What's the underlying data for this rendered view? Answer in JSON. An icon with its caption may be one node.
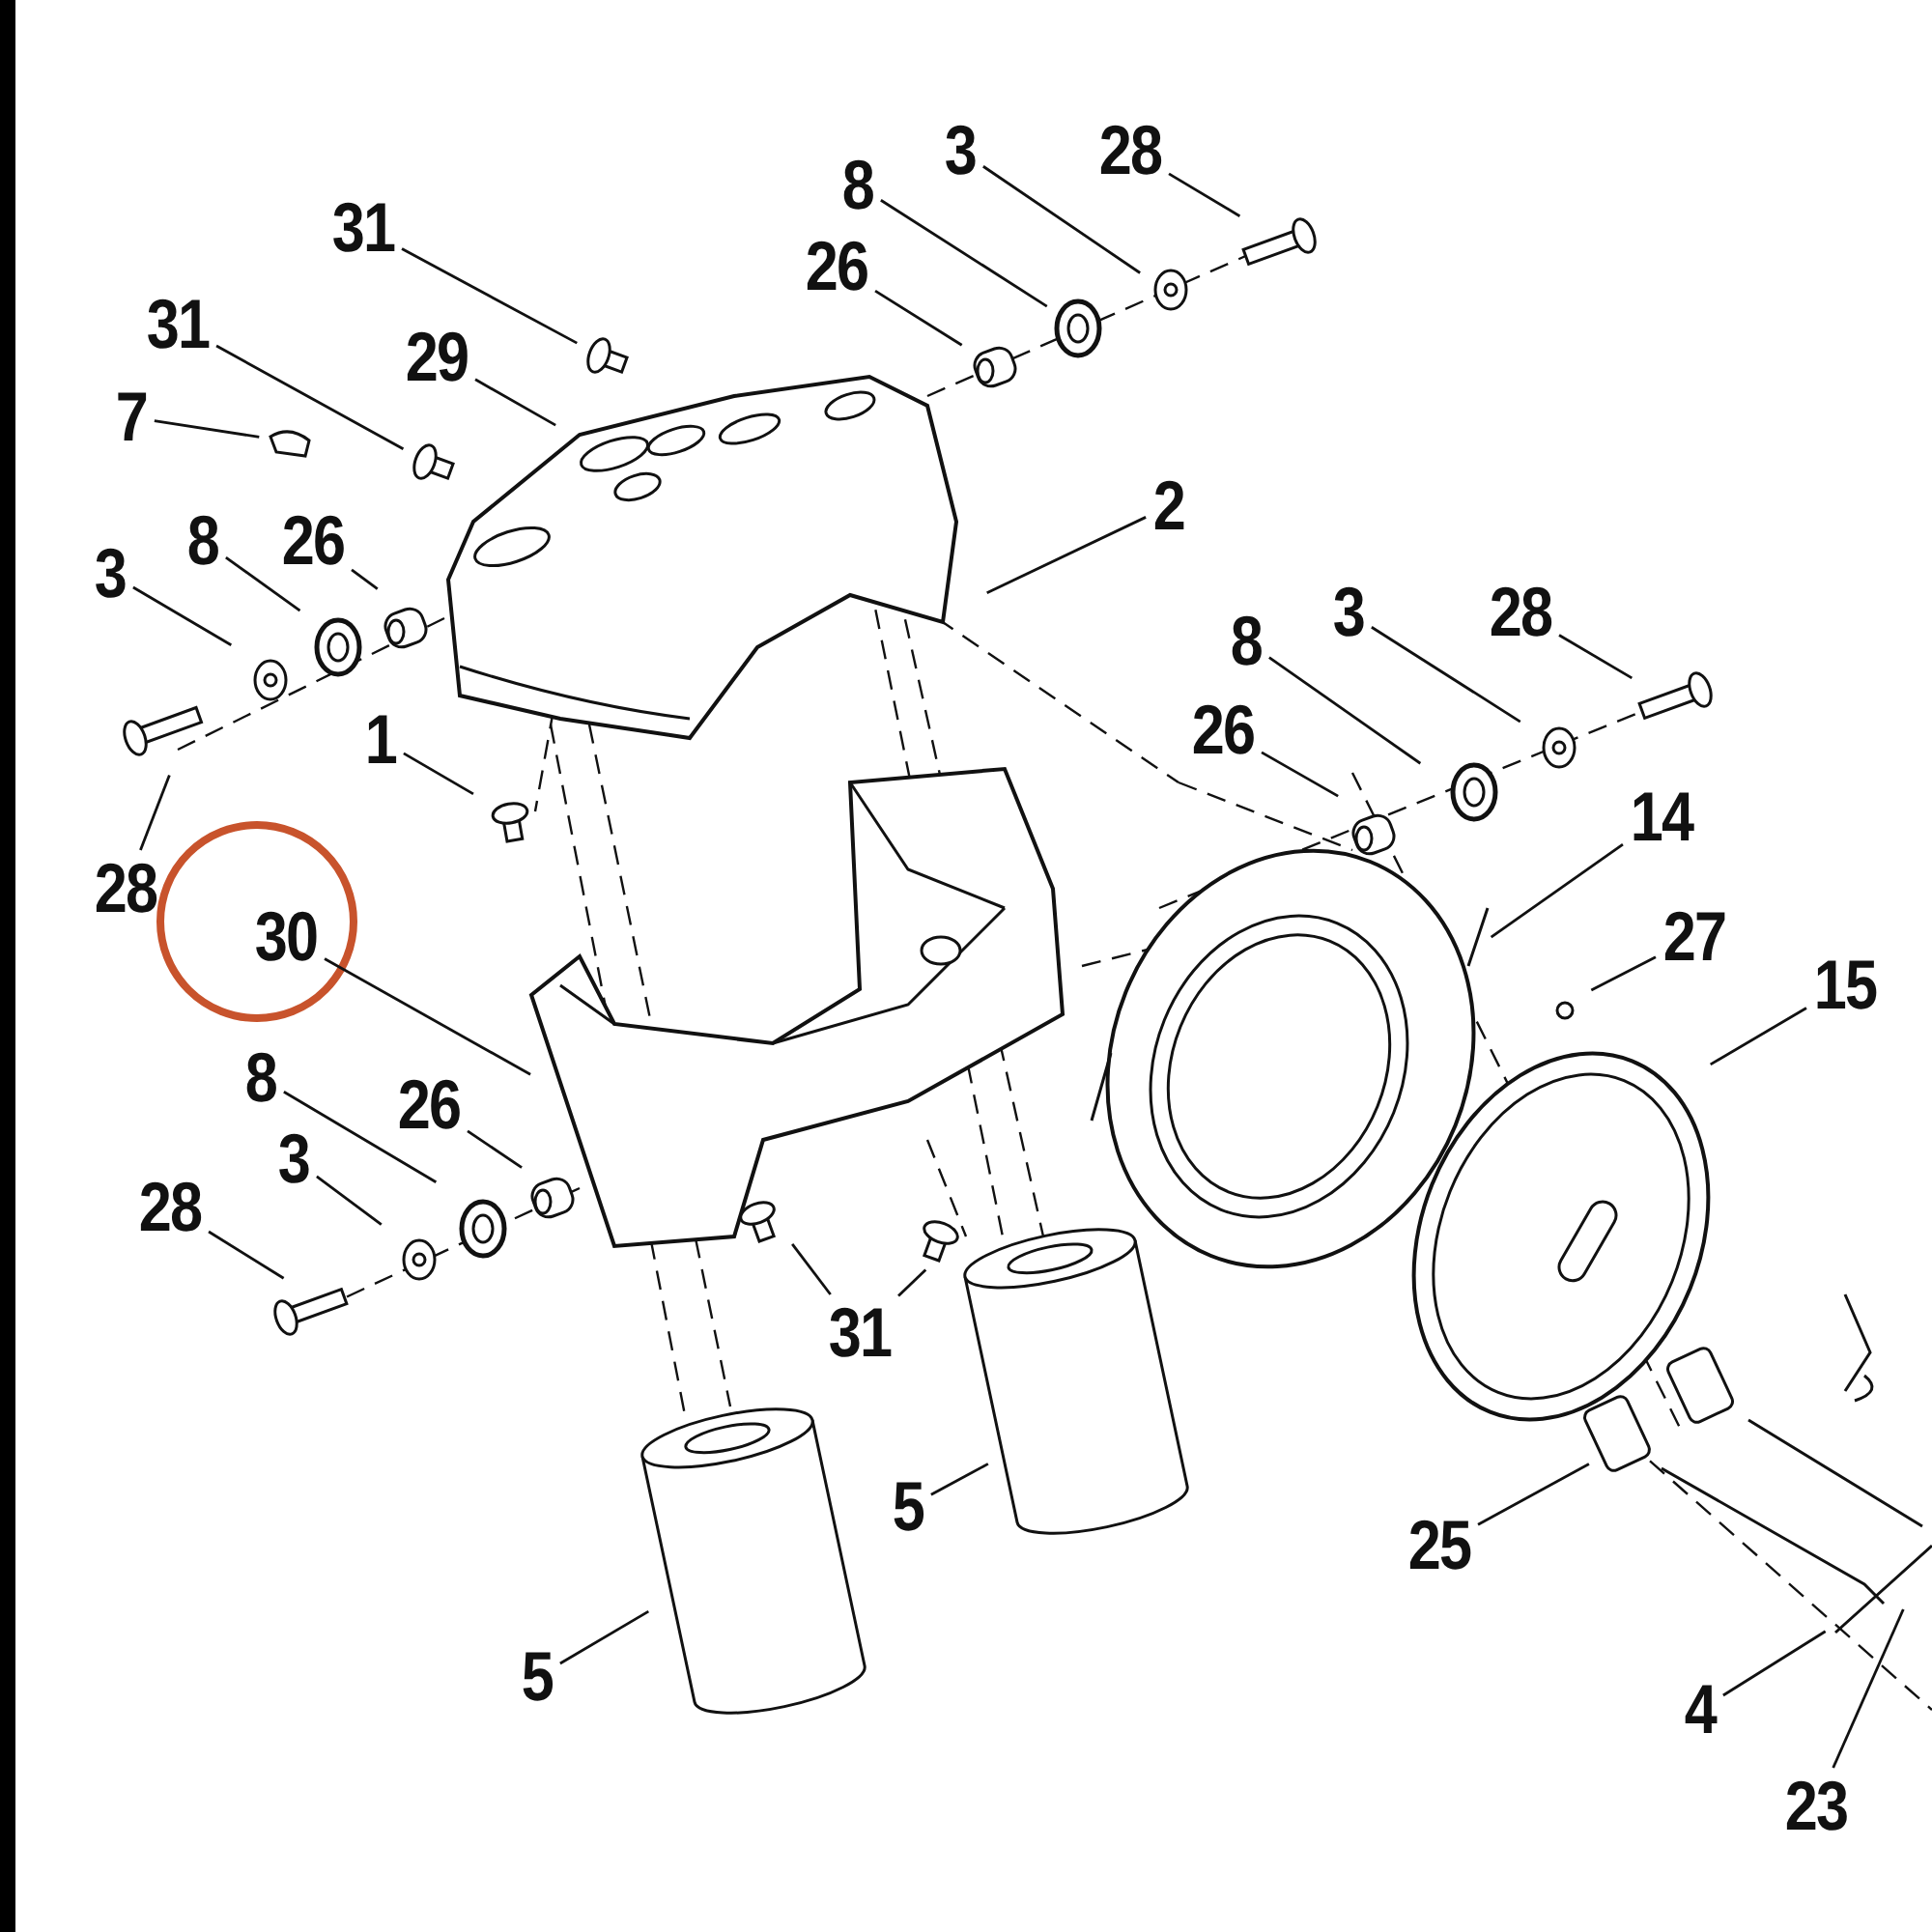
{
  "diagram": {
    "nodes": [
      {
        "text": [
          "31"
        ]
      },
      {
        "text": [
          "31"
        ]
      },
      {
        "text": [
          "29"
        ]
      },
      {
        "text": [
          "7"
        ]
      },
      {
        "text": [
          "8"
        ]
      },
      {
        "text": [
          "3"
        ]
      },
      {
        "text": [
          "28"
        ]
      },
      {
        "text": [
          "26"
        ]
      },
      {
        "text": [
          "3"
        ]
      },
      {
        "text": [
          "8"
        ]
      },
      {
        "text": [
          "26"
        ]
      },
      {
        "text": [
          "28"
        ]
      },
      {
        "text": [
          "1"
        ]
      },
      {
        "text": [
          "2"
        ]
      },
      {
        "text": [
          "8"
        ]
      },
      {
        "text": [
          "3"
        ]
      },
      {
        "text": [
          "28"
        ]
      },
      {
        "text": [
          "26"
        ]
      },
      {
        "text": [
          "14"
        ]
      },
      {
        "text": [
          "27"
        ]
      },
      {
        "text": [
          "15"
        ]
      },
      {
        "text": [
          "30"
        ]
      },
      {
        "text": [
          "8"
        ]
      },
      {
        "text": [
          "26"
        ]
      },
      {
        "text": [
          "3"
        ]
      },
      {
        "text": [
          "28"
        ]
      },
      {
        "text": [
          "31"
        ]
      },
      {
        "text": [
          "5"
        ]
      },
      {
        "text": [
          "5"
        ]
      },
      {
        "text": [
          "25"
        ]
      },
      {
        "text": [
          "4"
        ]
      },
      {
        "text": [
          "23"
        ]
      }
    ],
    "edges": [
      {
        "from": 0,
        "to": null,
        "arrow": "none"
      },
      {
        "from": 1,
        "to": null,
        "arrow": "none"
      },
      {
        "from": 2,
        "to": null,
        "arrow": "none"
      },
      {
        "from": 3,
        "to": null,
        "arrow": "none"
      },
      {
        "from": 4,
        "to": null,
        "arrow": "none"
      },
      {
        "from": 5,
        "to": null,
        "arrow": "none"
      },
      {
        "from": 6,
        "to": null,
        "arrow": "none"
      },
      {
        "from": 7,
        "to": null,
        "arrow": "none"
      },
      {
        "from": 8,
        "to": null,
        "arrow": "none"
      },
      {
        "from": 9,
        "to": null,
        "arrow": "none"
      },
      {
        "from": 10,
        "to": null,
        "arrow": "none"
      },
      {
        "from": 11,
        "to": null,
        "arrow": "none"
      },
      {
        "from": 12,
        "to": null,
        "arrow": "none"
      },
      {
        "from": 13,
        "to": null,
        "arrow": "none"
      },
      {
        "from": 14,
        "to": null,
        "arrow": "none"
      },
      {
        "from": 15,
        "to": null,
        "arrow": "none"
      },
      {
        "from": 16,
        "to": null,
        "arrow": "none"
      },
      {
        "from": 17,
        "to": null,
        "arrow": "none"
      },
      {
        "from": 18,
        "to": null,
        "arrow": "none"
      },
      {
        "from": 19,
        "to": null,
        "arrow": "none"
      },
      {
        "from": 20,
        "to": null,
        "arrow": "none"
      },
      {
        "from": 21,
        "to": null,
        "arrow": "none"
      },
      {
        "from": 22,
        "to": null,
        "arrow": "none"
      },
      {
        "from": 23,
        "to": null,
        "arrow": "none"
      },
      {
        "from": 24,
        "to": null,
        "arrow": "none"
      },
      {
        "from": 25,
        "to": null,
        "arrow": "none"
      },
      {
        "from": 26,
        "to": null,
        "arrow": "none"
      },
      {
        "from": 26,
        "to": null,
        "arrow": "none"
      },
      {
        "from": 27,
        "to": null,
        "arrow": "none"
      },
      {
        "from": 28,
        "to": null,
        "arrow": "none"
      },
      {
        "from": 29,
        "to": null,
        "arrow": "none"
      },
      {
        "from": 30,
        "to": null,
        "arrow": "none"
      },
      {
        "from": 31,
        "to": null,
        "arrow": "none"
      }
    ]
  }
}
